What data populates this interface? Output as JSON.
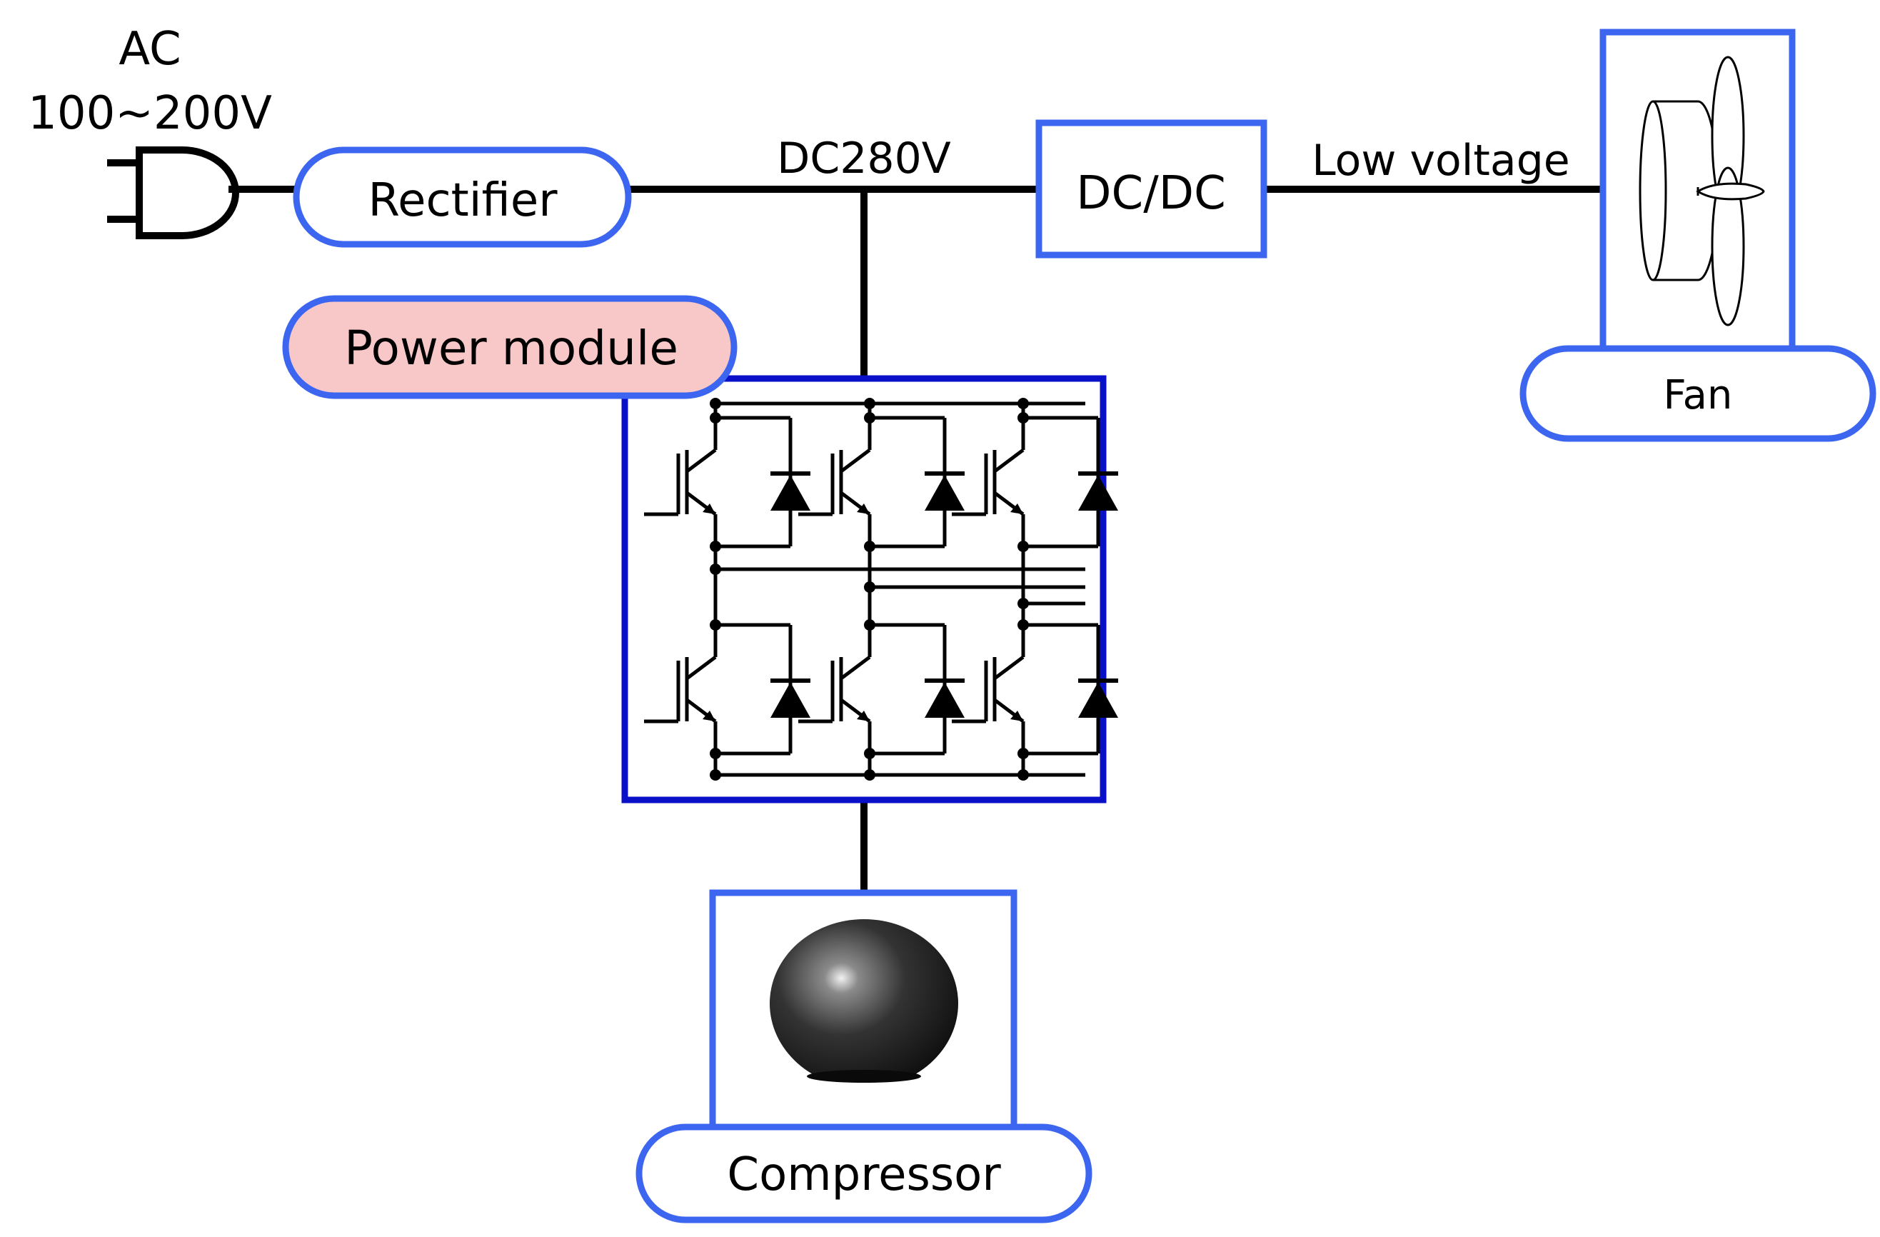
{
  "source": {
    "label_line1": "AC",
    "label_line2": "100~200V",
    "icon": "plug-icon"
  },
  "blocks": {
    "rectifier": "Rectifier",
    "dcdc": "DC/DC",
    "power_module": "Power module",
    "fan": "Fan",
    "compressor": "Compressor"
  },
  "bus": {
    "dc_label": "DC280V",
    "low_voltage_label": "Low voltage"
  },
  "icons": {
    "fan": "fan-icon",
    "compressor": "compressor-icon",
    "switches": "igbt-diode-icon"
  },
  "colors": {
    "block_border": "#3d66f0",
    "module_border": "#0a10c8",
    "power_module_fill": "#f8c8c8",
    "wire": "#000000"
  }
}
